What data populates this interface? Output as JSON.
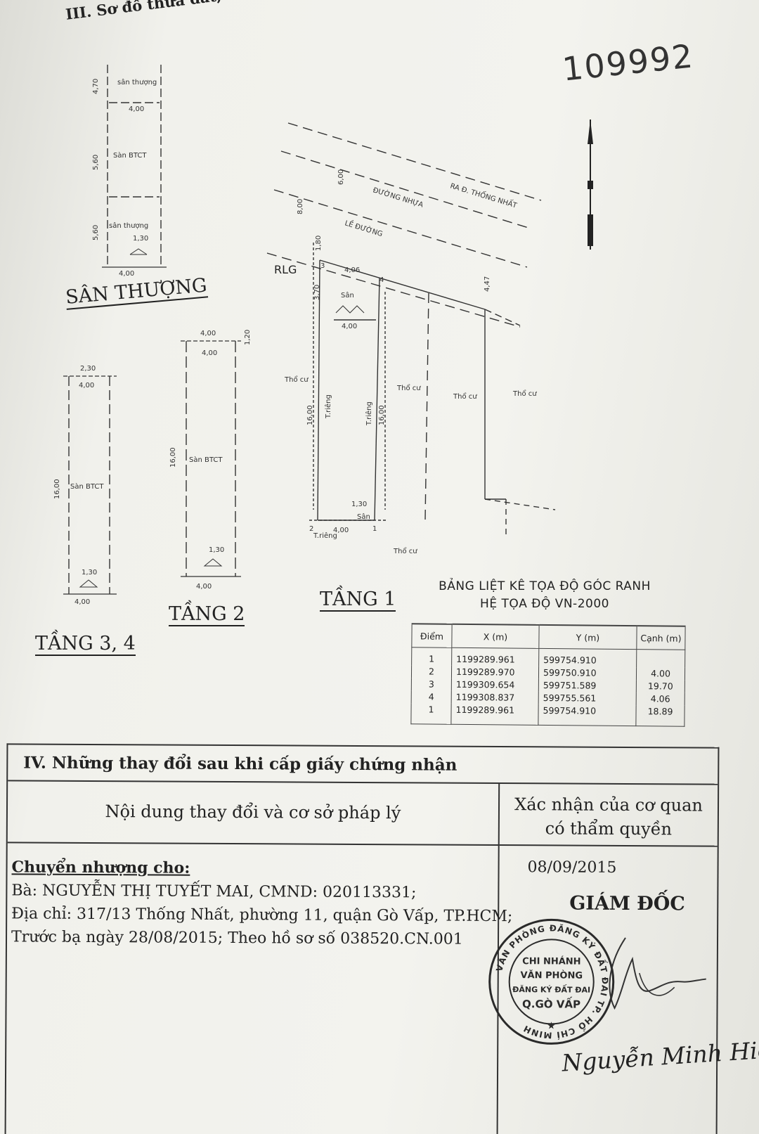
{
  "document": {
    "section3_title": "III. Sơ đồ thửa đất, nhà ở và tài sản khác gắn liền với đất",
    "doc_number": "109992"
  },
  "plans": {
    "san_thuong": {
      "label": "SÂN THƯỢNG",
      "rooms": [
        "sân thượng",
        "Sàn BTCT",
        "sân thượng"
      ],
      "dims": [
        "4,00",
        "4,00",
        "1,30",
        "4,70",
        "5,60",
        "5,60"
      ]
    },
    "tang34": {
      "label": "TẦNG 3, 4",
      "room": "Sàn BTCT",
      "dims": [
        "4,00",
        "4,00",
        "1,30",
        "16,00",
        "2,30"
      ]
    },
    "tang2": {
      "label": "TẦNG 2",
      "room": "Sàn BTCT",
      "dims": [
        "4,00",
        "4,00",
        "4,00",
        "1,30",
        "16,00",
        "1,20"
      ]
    },
    "tang1": {
      "label": "TẦNG 1",
      "road_labels": [
        "RA Đ. THỐNG NHẤT",
        "ĐƯỜNG NHỰA",
        "LỀ ĐƯỜNG"
      ],
      "rlg": "RLG",
      "rooms": [
        "Sân",
        "Sân"
      ],
      "neighbors": [
        "Thổ cư",
        "Thổ cư",
        "Thổ cư",
        "Thổ cư",
        "Thổ cư"
      ],
      "walls": [
        "T.riêng",
        "T.riêng",
        "T.riêng"
      ],
      "dims": [
        "4,06",
        "4,00",
        "4,00",
        "16,00",
        "16,00",
        "1,30",
        "3,70",
        "1,80",
        "6,00",
        "4,47",
        "8,00"
      ],
      "points": [
        "1",
        "2",
        "3",
        "4"
      ]
    }
  },
  "coord_table": {
    "title_line1": "BẢNG LIỆT KÊ TỌA ĐỘ GÓC RANH",
    "title_line2": "HỆ TỌA ĐỘ VN-2000",
    "headers": [
      "Điểm",
      "X (m)",
      "Y (m)",
      "Cạnh (m)"
    ],
    "rows": [
      {
        "point": "1",
        "x": "1199289.961",
        "y": "599754.910",
        "edge": ""
      },
      {
        "point": "2",
        "x": "1199289.970",
        "y": "599750.910",
        "edge": "4.00"
      },
      {
        "point": "3",
        "x": "1199309.654",
        "y": "599751.589",
        "edge": "19.70"
      },
      {
        "point": "4",
        "x": "1199308.837",
        "y": "599755.561",
        "edge": "4.06"
      },
      {
        "point": "1",
        "x": "1199289.961",
        "y": "599754.910",
        "edge": "18.89"
      }
    ]
  },
  "changes": {
    "section_title": "IV. Những thay đổi sau khi cấp giấy chứng nhận",
    "col_left": "Nội dung thay đổi và cơ sở pháp lý",
    "col_right_line1": "Xác nhận của cơ quan",
    "col_right_line2": "có thẩm quyền",
    "transfer_heading": "Chuyển nhượng cho:",
    "transfer_line1": "Bà: NGUYỄN THỊ TUYẾT MAI, CMND: 020113331;",
    "transfer_line2": "Địa chỉ: 317/13 Thống Nhất, phường 11, quận Gò Vấp, TP.HCM;",
    "transfer_line3": "Trước bạ ngày 28/08/2015; Theo hồ sơ số 038520.CN.001",
    "confirm_date": "08/09/2015",
    "director_title": "GIÁM ĐỐC",
    "signer_name": "Nguyễn Minh Hiếu"
  },
  "stamp": {
    "ring_text": "VĂN PHÒNG ĐĂNG KÝ ĐẤT ĐAI TP. HỒ CHÍ MINH",
    "line1": "CHI NHÁNH",
    "line2": "VĂN PHÒNG",
    "line3": "ĐĂNG KÝ ĐẤT ĐAI",
    "line4": "Q.GÒ VẤP"
  }
}
